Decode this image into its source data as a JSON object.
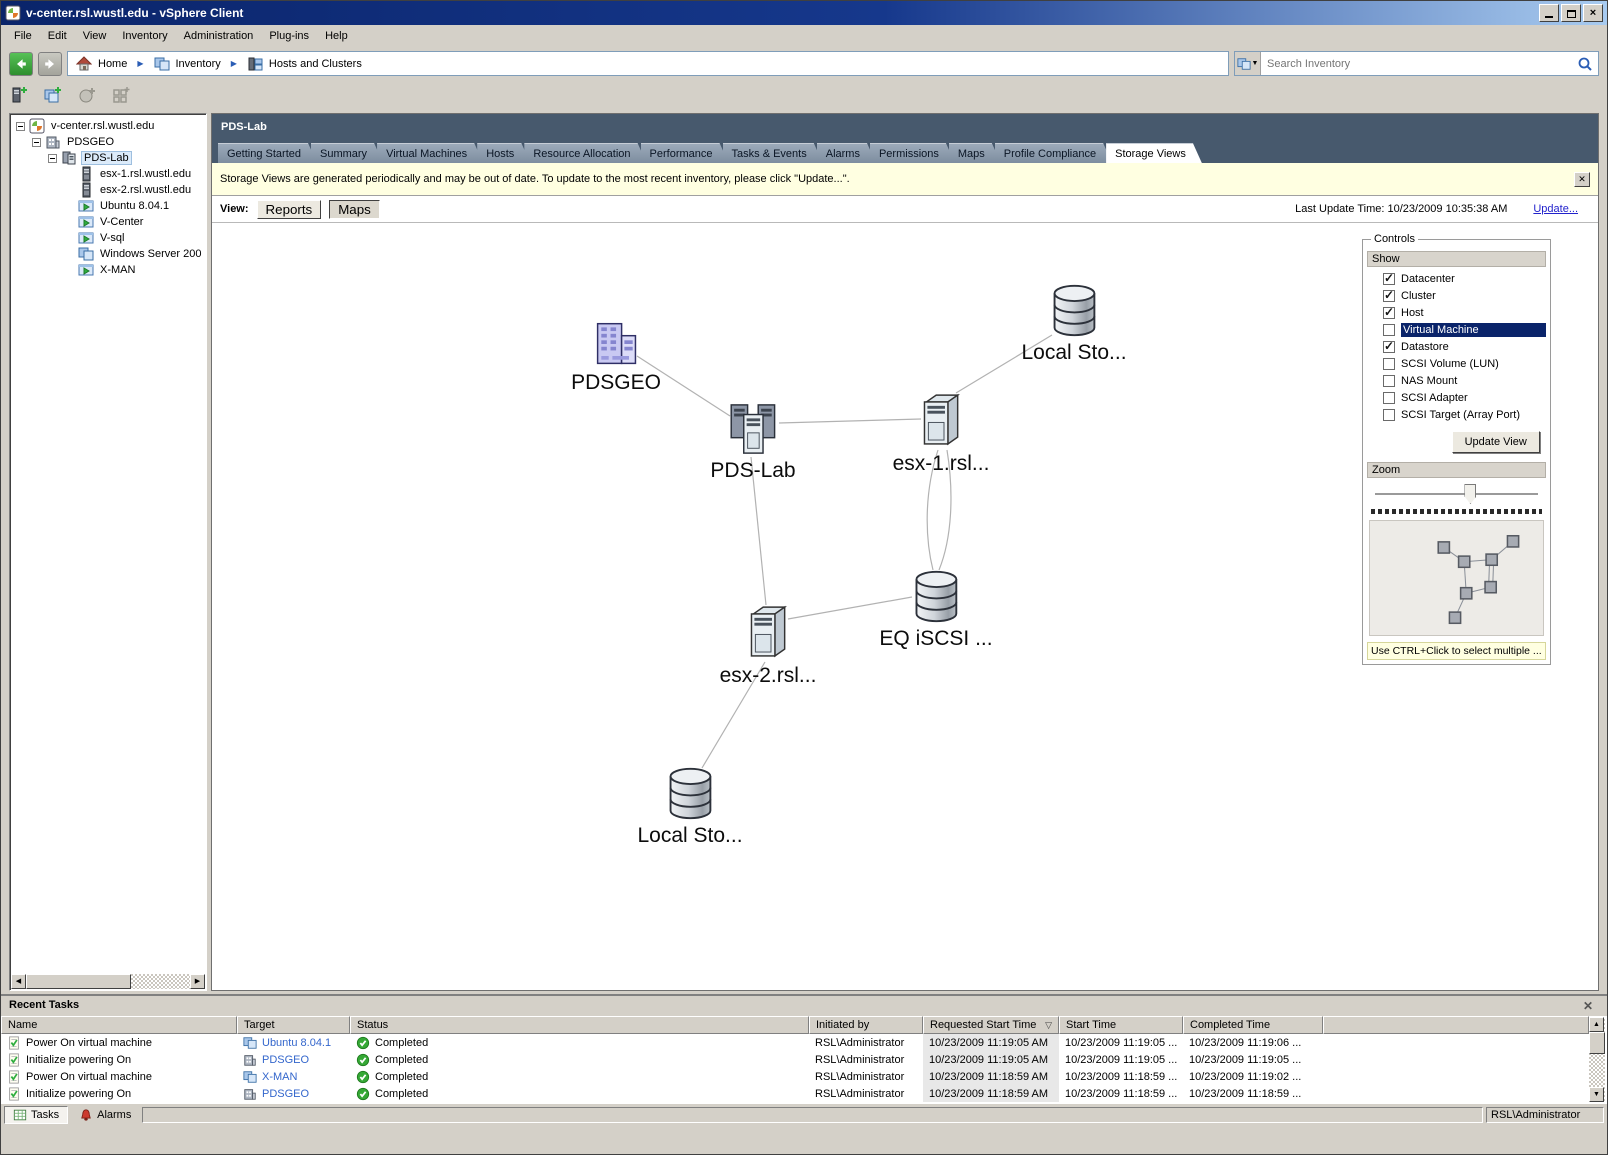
{
  "window": {
    "title": "v-center.rsl.wustl.edu - vSphere Client",
    "user": "RSL\\Administrator"
  },
  "menu": {
    "items": [
      "File",
      "Edit",
      "View",
      "Inventory",
      "Administration",
      "Plug-ins",
      "Help"
    ]
  },
  "nav": {
    "breadcrumb": [
      {
        "label": "Home"
      },
      {
        "label": "Inventory"
      },
      {
        "label": "Hosts and Clusters"
      }
    ],
    "search_placeholder": "Search Inventory"
  },
  "sidebar": {
    "items": [
      {
        "label": "v-center.rsl.wustl.edu"
      },
      {
        "label": "PDSGEO"
      },
      {
        "label": "PDS-Lab"
      },
      {
        "label": "esx-1.rsl.wustl.edu"
      },
      {
        "label": "esx-2.rsl.wustl.edu"
      },
      {
        "label": "Ubuntu 8.04.1"
      },
      {
        "label": "V-Center"
      },
      {
        "label": "V-sql"
      },
      {
        "label": "Windows Server 200"
      },
      {
        "label": "X-MAN"
      }
    ]
  },
  "main": {
    "entity_title": "PDS-Lab",
    "tabs": [
      "Getting Started",
      "Summary",
      "Virtual Machines",
      "Hosts",
      "Resource Allocation",
      "Performance",
      "Tasks & Events",
      "Alarms",
      "Permissions",
      "Maps",
      "Profile Compliance",
      "Storage Views"
    ],
    "active_tab": "Storage Views",
    "warning": "Storage Views are generated periodically and may be out of date. To update to the most recent inventory, please click \"Update...\".",
    "view": {
      "label": "View:",
      "reports": "Reports",
      "maps": "Maps"
    },
    "last_update": "Last Update Time: 10/23/2009 10:35:38 AM",
    "update_link": "Update..."
  },
  "map": {
    "nodes": [
      {
        "label": "PDSGEO",
        "type": "datacenter"
      },
      {
        "label": "PDS-Lab",
        "type": "cluster"
      },
      {
        "label": "esx-1.rsl...",
        "type": "host"
      },
      {
        "label": "Local Sto...",
        "type": "datastore"
      },
      {
        "label": "EQ iSCSI ...",
        "type": "datastore"
      },
      {
        "label": "esx-2.rsl...",
        "type": "host"
      },
      {
        "label": "Local Sto...",
        "type": "datastore"
      }
    ]
  },
  "controls": {
    "title": "Controls",
    "show_label": "Show",
    "items": [
      {
        "label": "Datacenter",
        "checked": true,
        "selected": false
      },
      {
        "label": "Cluster",
        "checked": true,
        "selected": false
      },
      {
        "label": "Host",
        "checked": true,
        "selected": false
      },
      {
        "label": "Virtual Machine",
        "checked": false,
        "selected": true
      },
      {
        "label": "Datastore",
        "checked": true,
        "selected": false
      },
      {
        "label": "SCSI Volume (LUN)",
        "checked": false,
        "selected": false
      },
      {
        "label": "NAS Mount",
        "checked": false,
        "selected": false
      },
      {
        "label": "SCSI Adapter",
        "checked": false,
        "selected": false
      },
      {
        "label": "SCSI Target (Array Port)",
        "checked": false,
        "selected": false
      }
    ],
    "update_view_label": "Update View",
    "zoom_label": "Zoom",
    "hint": "Use CTRL+Click to select multiple ..."
  },
  "recent_tasks": {
    "title": "Recent Tasks",
    "columns": [
      "Name",
      "Target",
      "Status",
      "Initiated by",
      "Requested Start Time",
      "Start Time",
      "Completed Time"
    ],
    "rows": [
      {
        "name": "Power On virtual machine",
        "target": "Ubuntu 8.04.1",
        "status": "Completed",
        "initiated_by": "RSL\\Administrator",
        "requested": "10/23/2009 11:19:05 AM",
        "start": "10/23/2009 11:19:05 ...",
        "completed": "10/23/2009 11:19:06 ..."
      },
      {
        "name": "Initialize powering On",
        "target": "PDSGEO",
        "status": "Completed",
        "initiated_by": "RSL\\Administrator",
        "requested": "10/23/2009 11:19:05 AM",
        "start": "10/23/2009 11:19:05 ...",
        "completed": "10/23/2009 11:19:05 ..."
      },
      {
        "name": "Power On virtual machine",
        "target": "X-MAN",
        "status": "Completed",
        "initiated_by": "RSL\\Administrator",
        "requested": "10/23/2009 11:18:59 AM",
        "start": "10/23/2009 11:18:59 ...",
        "completed": "10/23/2009 11:19:02 ..."
      },
      {
        "name": "Initialize powering On",
        "target": "PDSGEO",
        "status": "Completed",
        "initiated_by": "RSL\\Administrator",
        "requested": "10/23/2009 11:18:59 AM",
        "start": "10/23/2009 11:18:59 ...",
        "completed": "10/23/2009 11:18:59 ..."
      }
    ]
  },
  "statusbar": {
    "tasks": "Tasks",
    "alarms": "Alarms"
  }
}
